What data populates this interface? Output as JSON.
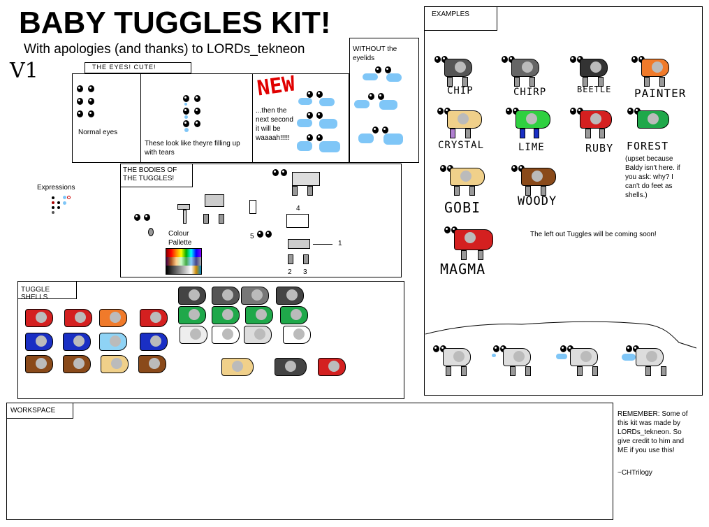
{
  "header": {
    "title": "BABY TUGGLES KIT!",
    "subtitle": "With apologies (and thanks) to LORDs_tekneon",
    "version": "V1"
  },
  "eyes": {
    "tab": "THE EYES! CUTE!",
    "normal_label": "Normal eyes",
    "tears_label": "These look like theyre filling up with tears",
    "new_badge": "NEW",
    "next_label": "...then the next second it will be waaaah!!!!!",
    "without_label": "WITHOUT the eyelids"
  },
  "expressions": {
    "label": "Expressions"
  },
  "bodies": {
    "tab": "THE BODIES OF THE TUGGLES!",
    "palette_label": "Colour Pallette",
    "numbers": [
      "4",
      "5",
      "1",
      "2",
      "3"
    ]
  },
  "shells": {
    "tab": "TUGGLE SHELLS"
  },
  "examples": {
    "tab": "EXAMPLES",
    "names": [
      "CHIP",
      "CHIRP",
      "BEETLE",
      "PAINTER",
      "CRYSTAL",
      "LIME",
      "RUBY",
      "FOREST",
      "GOBI",
      "WOODY",
      "MAGMA"
    ],
    "forest_note": "(upset because Baldy isn't here. if you ask: why? I can't do feet as shells.)",
    "coming_soon": "The left out Tuggles will be coming soon!"
  },
  "workspace": {
    "tab": "WORKSPACE"
  },
  "credits": {
    "text": "REMEMBER: Some of this kit was made by LORDs_tekneon. So give credit to him and ME if you use this!",
    "signature": "~CHTrilogy"
  },
  "colors": {
    "red": "#d42020",
    "orange": "#f07a2a",
    "blue": "#1a2fc4",
    "lightblue": "#8fd3f5",
    "brown": "#8a4a1a",
    "tan": "#f0d08a",
    "green": "#1fa84a",
    "gray": "#666666",
    "tear": "#7fc6f7"
  }
}
